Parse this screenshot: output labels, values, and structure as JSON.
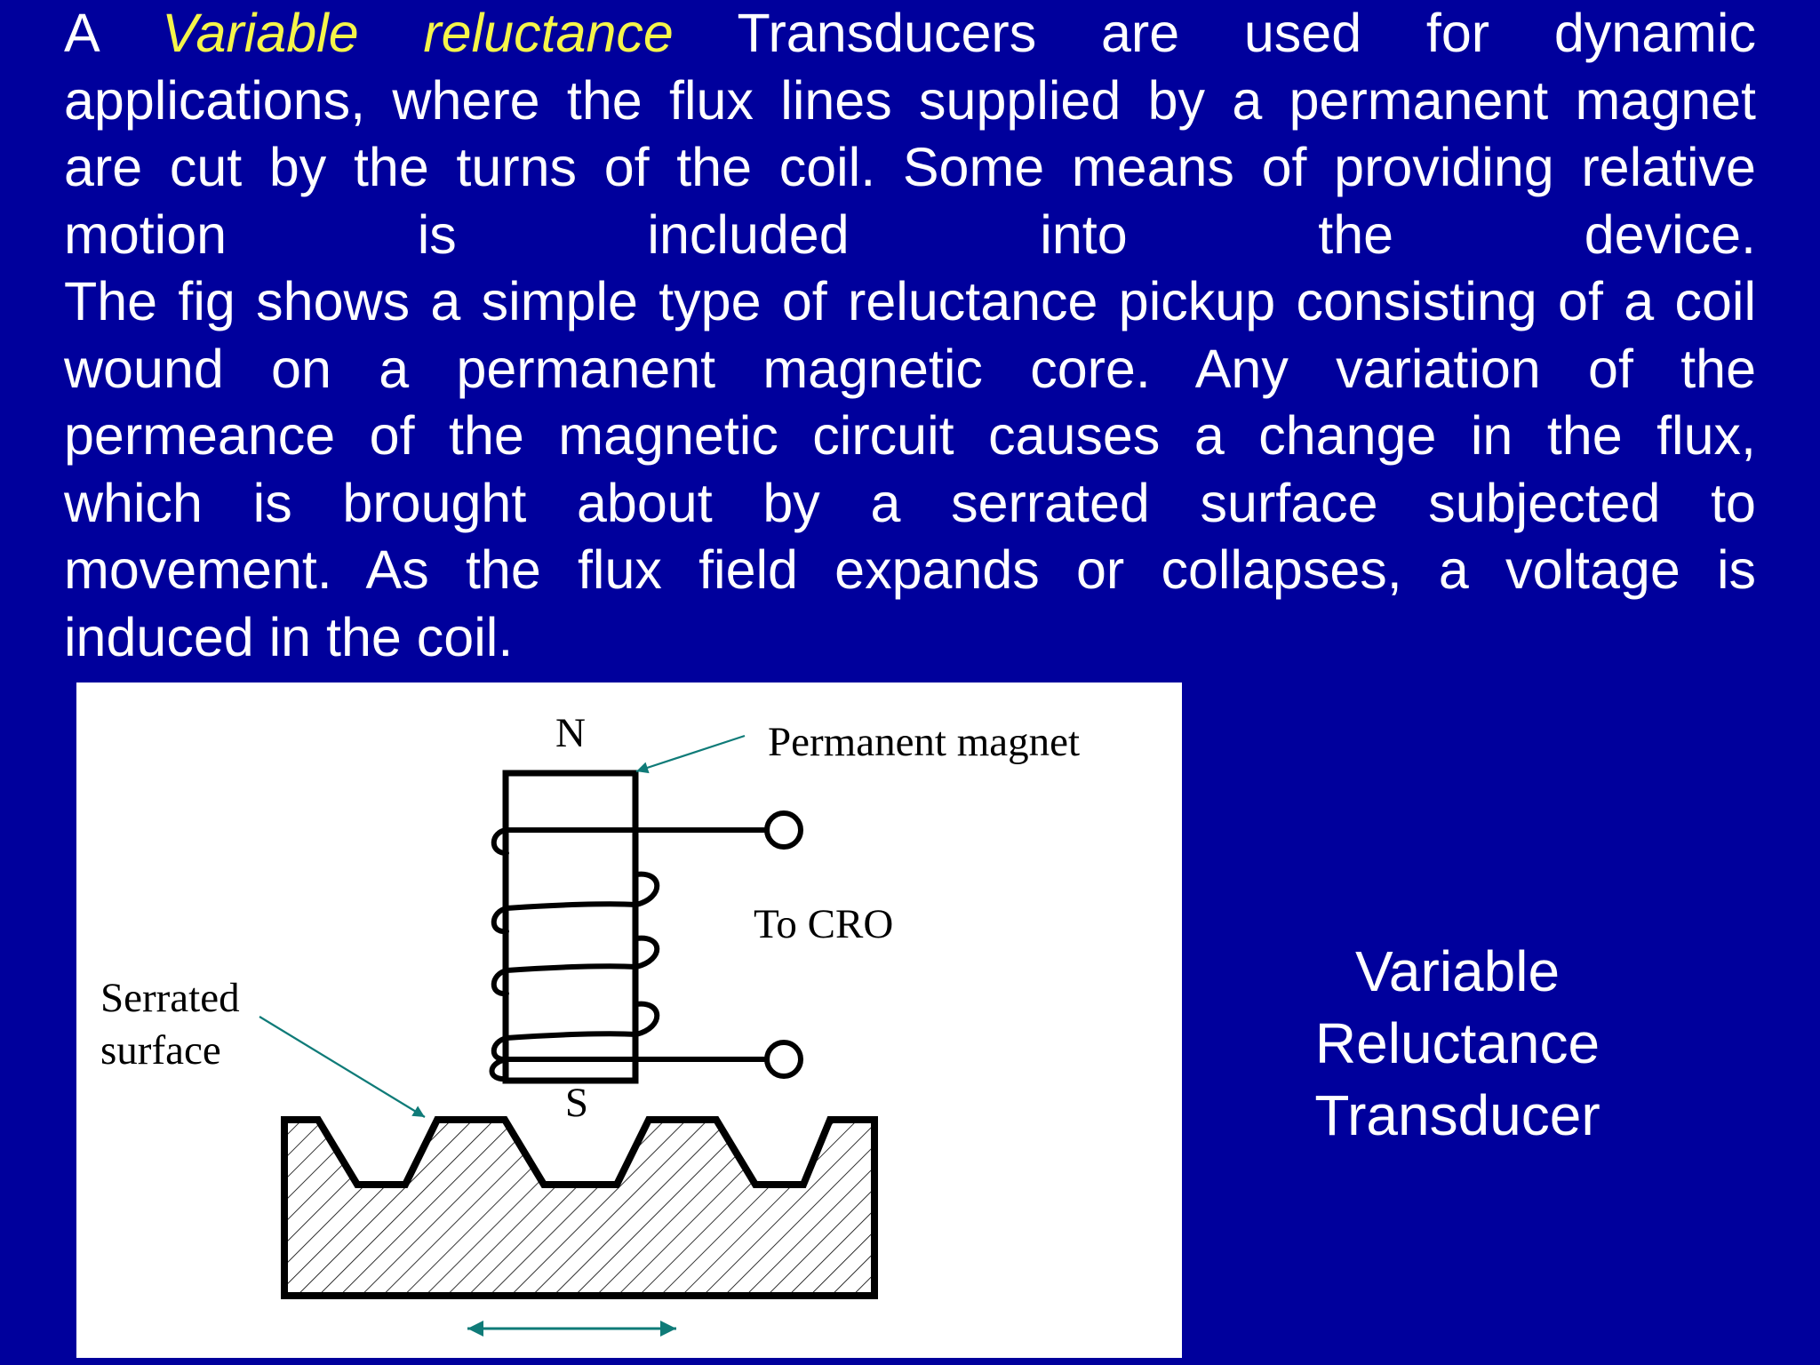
{
  "paragraph": {
    "lines": [
      [
        "A ",
        "Variable reluctance",
        " Transducers are used for dynamic"
      ],
      "applications, where the flux lines supplied by a permanent magnet",
      "are cut by the turns of the coil. Some means of providing relative",
      "motion is included into the device.",
      "The fig shows a simple type of reluctance pickup consisting of a coil",
      "wound on a permanent magnetic core. Any variation of the",
      "permeance of the magnetic circuit causes a change in the flux,",
      "which is brought about by a serrated surface subjected to",
      "movement. As the flux field expands or collapses, a voltage is",
      "induced in the coil."
    ]
  },
  "figure": {
    "north_label": "N",
    "south_label": "S",
    "magnet_label": "Permanent magnet",
    "output_label": "To CRO",
    "serrated_label_line1": "Serrated",
    "serrated_label_line2": "surface"
  },
  "caption": {
    "line1": "Variable",
    "line2": "Reluctance",
    "line3": "Transducer"
  },
  "colors": {
    "background": "#00009c",
    "text": "#ffffff",
    "highlight": "#f5f54a",
    "arrow": "#0f7b78"
  }
}
